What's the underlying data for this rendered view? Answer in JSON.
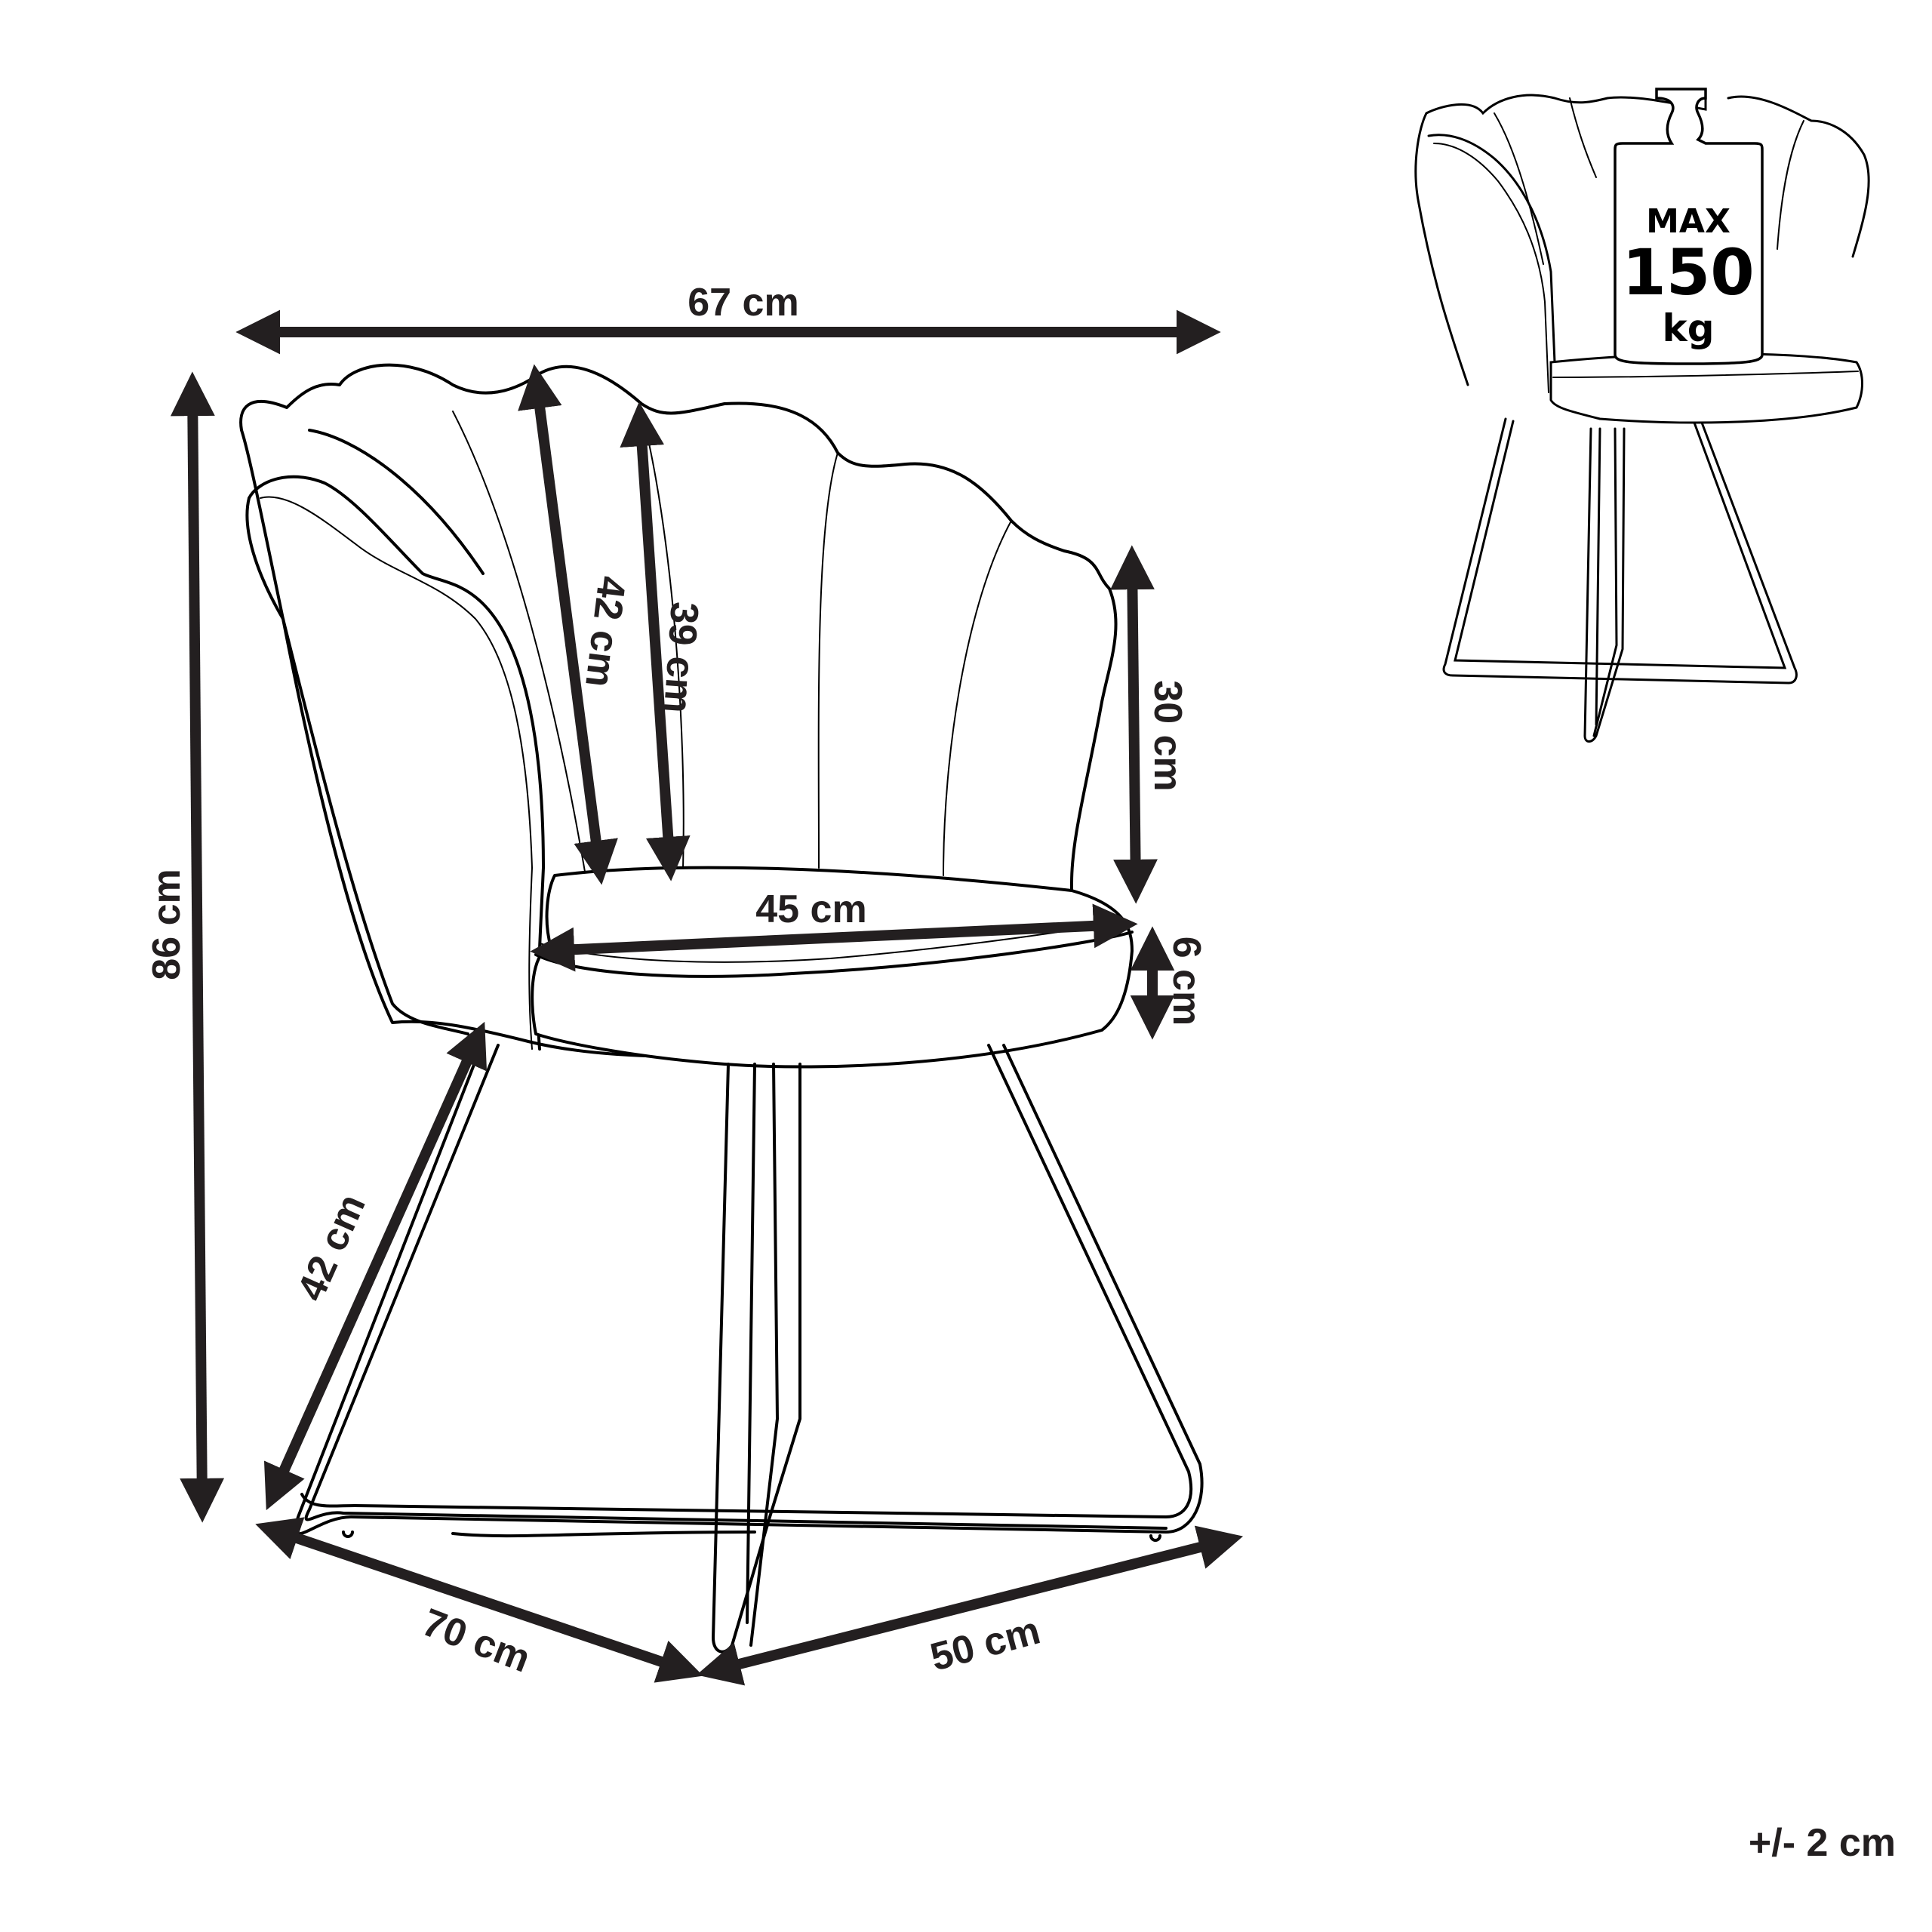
{
  "diagram": {
    "subject": "Shell-back accent chair with crossed metal legs",
    "dimensions": {
      "overall_width": "67 cm",
      "overall_height": "86 cm",
      "backrest_height_outer": "42 cm",
      "backrest_height_inner": "39 cm",
      "armrest_height": "30 cm",
      "seat_width": "45 cm",
      "seat_thickness": "6 cm",
      "seat_height": "42 cm",
      "depth": "70 cm",
      "base_width": "50 cm"
    },
    "load_badge": {
      "line1": "MAX",
      "line2": "150",
      "line3": "kg"
    },
    "tolerance": "+/- 2 cm",
    "colors": {
      "line": "#000000",
      "dimension": "#231f20",
      "background": "#ffffff"
    }
  }
}
